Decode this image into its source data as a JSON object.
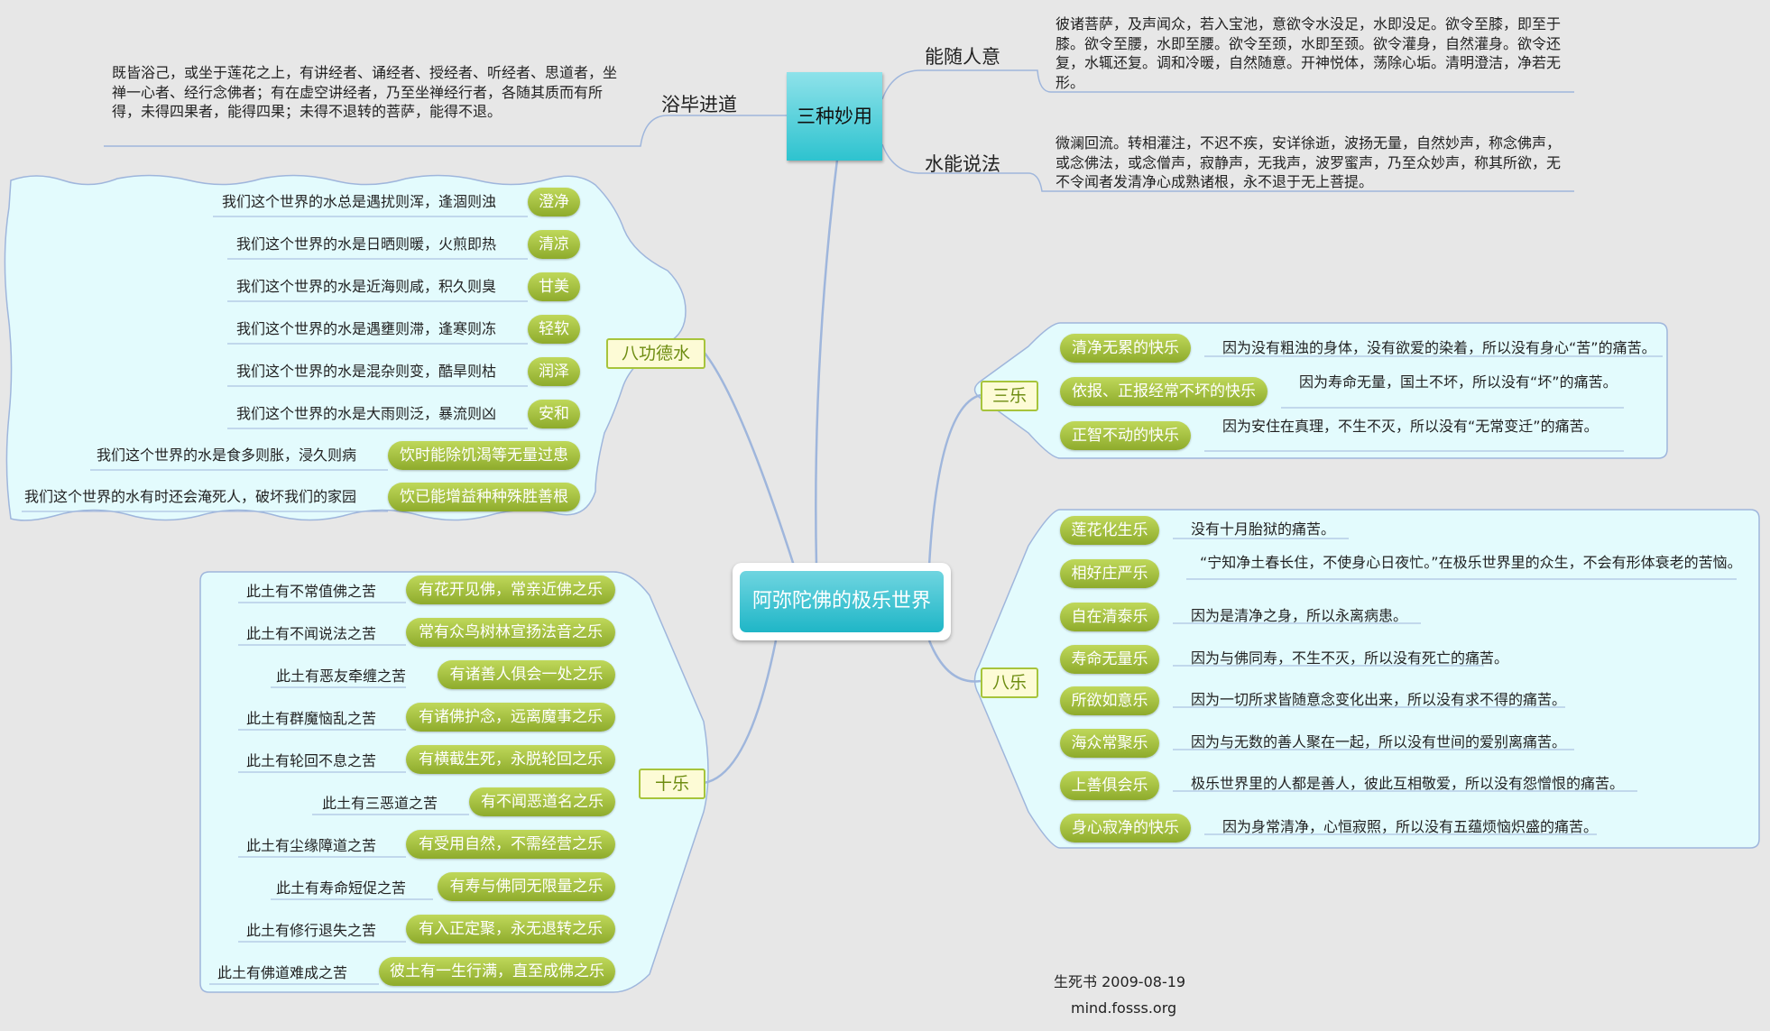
{
  "center": {
    "title": "阿弥陀佛的极乐世界"
  },
  "miaoyong": {
    "title": "三种妙用",
    "branches": [
      {
        "label": "浴毕进道",
        "text": "既皆浴己，或坐于莲花之上，有讲经者、诵经者、授经者、听经者、思道者，坐禅一心者、经行念佛者；有在虚空讲经者，乃至坐禅经行者，各随其质而有所得，未得四果者，能得四果；未得不退转的菩萨，能得不退。"
      },
      {
        "label": "能随人意",
        "text": "彼诸菩萨，及声闻众，若入宝池，意欲令水没足，水即没足。欲令至膝，即至于膝。欲令至腰，水即至腰。欲令至颈，水即至颈。欲令灌身，自然灌身。欲令还复，水辄还复。调和冷暖，自然随意。开神悦体，荡除心垢。清明澄洁，净若无形。"
      },
      {
        "label": "水能说法",
        "text": "微澜回流。转相灌注，不迟不疾，安详徐逝，波扬无量，自然妙声，称念佛声，或念佛法，或念僧声，寂静声，无我声，波罗蜜声，乃至众妙声，称其所欲，无不令闻者发清净心成熟诸根，永不退于无上菩提。"
      }
    ]
  },
  "bagong": {
    "title": "八功德水",
    "items": [
      {
        "pill": "澄净",
        "text": "我们这个世界的水总是遇扰则浑，逢涸则浊"
      },
      {
        "pill": "清凉",
        "text": "我们这个世界的水是日晒则暖，火煎即热"
      },
      {
        "pill": "甘美",
        "text": "我们这个世界的水是近海则咸，积久则臭"
      },
      {
        "pill": "轻软",
        "text": "我们这个世界的水是遇壅则滞，逢寒则冻"
      },
      {
        "pill": "润泽",
        "text": "我们这个世界的水是混杂则变，酷旱则枯"
      },
      {
        "pill": "安和",
        "text": "我们这个世界的水是大雨则泛，暴流则凶"
      },
      {
        "pill": "饮时能除饥渴等无量过患",
        "text": "我们这个世界的水是食多则胀，浸久则病"
      },
      {
        "pill": "饮已能增益种种殊胜善根",
        "text": "我们这个世界的水有时还会淹死人，破坏我们的家园"
      }
    ]
  },
  "shile": {
    "title": "十乐",
    "items": [
      {
        "pill": "有花开见佛，常亲近佛之乐",
        "text": "此土有不常值佛之苦"
      },
      {
        "pill": "常有众鸟树林宣扬法音之乐",
        "text": "此土有不闻说法之苦"
      },
      {
        "pill": "有诸善人俱会一处之乐",
        "text": "此土有恶友牵缠之苦"
      },
      {
        "pill": "有诸佛护念，远离魔事之乐",
        "text": "此土有群魔恼乱之苦"
      },
      {
        "pill": "有横截生死，永脱轮回之乐",
        "text": "此土有轮回不息之苦"
      },
      {
        "pill": "有不闻恶道名之乐",
        "text": "此土有三恶道之苦"
      },
      {
        "pill": "有受用自然，不需经营之乐",
        "text": "此土有尘缘障道之苦"
      },
      {
        "pill": "有寿与佛同无限量之乐",
        "text": "此土有寿命短促之苦"
      },
      {
        "pill": "有入正定聚，永无退转之乐",
        "text": "此土有修行退失之苦"
      },
      {
        "pill": "彼土有一生行满，直至成佛之乐",
        "text": "此土有佛道难成之苦"
      }
    ]
  },
  "sanle": {
    "title": "三乐",
    "items": [
      {
        "pill": "清净无累的快乐",
        "text": "因为没有粗浊的身体，没有欲爱的染着，所以没有身心“苦”的痛苦。"
      },
      {
        "pill": "依报、正报经常不坏的快乐",
        "text": "因为寿命无量，国土不坏，所以没有“坏”的痛苦。"
      },
      {
        "pill": "正智不动的快乐",
        "text": "因为安住在真理，不生不灭，所以没有“无常变迁”的痛苦。"
      }
    ]
  },
  "bale": {
    "title": "八乐",
    "items": [
      {
        "pill": "莲花化生乐",
        "text": "没有十月胎狱的痛苦。"
      },
      {
        "pill": "相好庄严乐",
        "text": "“宁知净土春长住，不使身心日夜忙。”在极乐世界里的众生，不会有形体衰老的苦恼。"
      },
      {
        "pill": "自在清泰乐",
        "text": "因为是清净之身，所以永离病患。"
      },
      {
        "pill": "寿命无量乐",
        "text": "因为与佛同寿，不生不灭，所以没有死亡的痛苦。"
      },
      {
        "pill": "所欲如意乐",
        "text": "因为一切所求皆随意念变化出来，所以没有求不得的痛苦。"
      },
      {
        "pill": "海众常聚乐",
        "text": "因为与无数的善人聚在一起，所以没有世间的爱别离痛苦。"
      },
      {
        "pill": "上善俱会乐",
        "text": "极乐世界里的人都是善人，彼此互相敬爱，所以没有怨憎恨的痛苦。"
      },
      {
        "pill": "身心寂净的快乐",
        "text": "因为身常清净，心恒寂照，所以没有五蕴烦恼炽盛的痛苦。"
      }
    ]
  },
  "footer": {
    "line1": "生死书 2009-08-19",
    "line2": "mind.fosss.org"
  },
  "colors": {
    "background": "#e7e7e7",
    "pill": "#9fbb3a",
    "teal": "#2ec3cf",
    "group_fill": "#e3fbfd",
    "connector": "#9fb6dc"
  }
}
